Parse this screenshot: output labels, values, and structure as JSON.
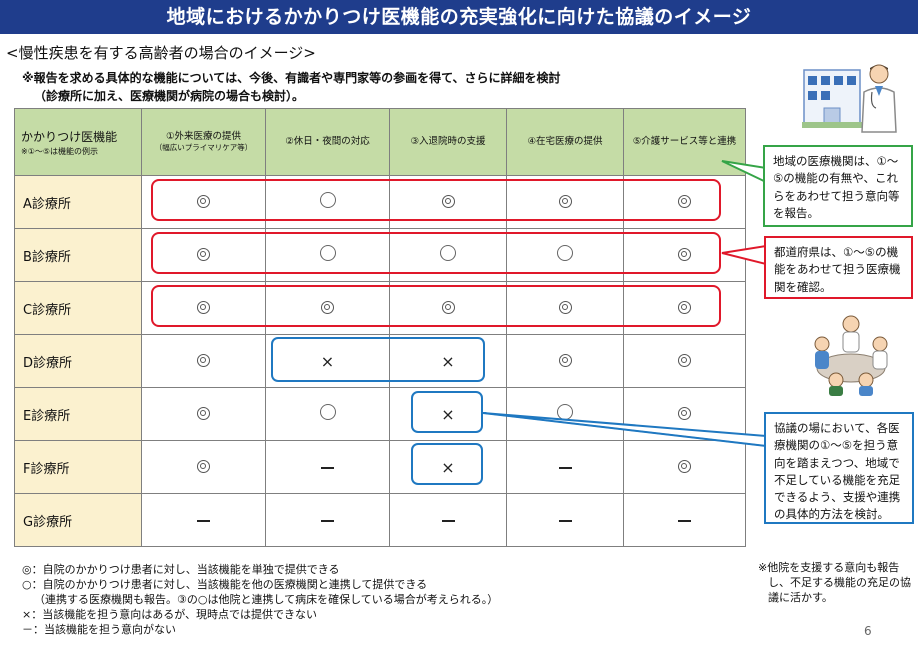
{
  "title": "地域におけるかかりつけ医機能の充実強化に向けた協議のイメージ",
  "subtitle": "<慢性疾患を有する高齢者の場合のイメージ>",
  "note_line1": "※報告を求める具体的な機能については、今後、有識者や専門家等の参画を得て、さらに詳細を検討",
  "note_line2": "（診療所に加え、医療機関が病院の場合も検討）。",
  "table": {
    "header_first_line1": "かかりつけ医機能",
    "header_first_line2": "※①～⑤は機能の例示",
    "columns": [
      {
        "label": "①外来医療の提供",
        "sub": "（幅広いプライマリケア等）"
      },
      {
        "label": "②休日・夜間の対応",
        "sub": ""
      },
      {
        "label": "③入退院時の支援",
        "sub": ""
      },
      {
        "label": "④在宅医療の提供",
        "sub": ""
      },
      {
        "label": "⑤介護サービス等と連携",
        "sub": ""
      }
    ],
    "rows": [
      {
        "name": "A診療所",
        "cells": [
          "◎",
          "○",
          "◎",
          "◎",
          "◎"
        ]
      },
      {
        "name": "B診療所",
        "cells": [
          "◎",
          "○",
          "○",
          "○",
          "◎"
        ]
      },
      {
        "name": "C診療所",
        "cells": [
          "◎",
          "◎",
          "◎",
          "◎",
          "◎"
        ]
      },
      {
        "name": "D診療所",
        "cells": [
          "◎",
          "×",
          "×",
          "◎",
          "◎"
        ]
      },
      {
        "name": "E診療所",
        "cells": [
          "◎",
          "○",
          "×",
          "○",
          "◎"
        ]
      },
      {
        "name": "F診療所",
        "cells": [
          "◎",
          "－",
          "×",
          "－",
          "◎"
        ]
      },
      {
        "name": "G診療所",
        "cells": [
          "－",
          "－",
          "－",
          "－",
          "－"
        ]
      }
    ]
  },
  "callouts": {
    "green": "地域の医療機関は、①～⑤の機能の有無や、これらをあわせて担う意向等を報告。",
    "red": "都道府県は、①～⑤の機能をあわせて担う医療機関を確認。",
    "blue": "協議の場において、各医療機関の①～⑤を担う意向を踏まえつつ、地域で不足している機能を充足できるよう、支援や連携の具体的方法を検討。"
  },
  "legend": [
    "◎：自院のかかりつけ患者に対し、当該機能を単独で提供できる",
    "○：自院のかかりつけ患者に対し、当該機能を他の医療機関と連携して提供できる",
    "（連携する医療機関も報告。③の○は他院と連携して病床を確保している場合が考えられる。）",
    "×：当該機能を担う意向はあるが、現時点では提供できない",
    "－：当該機能を担う意向がない"
  ],
  "side_note": [
    "※他院を支援する意向も報告",
    "し、不足する機能の充足の協",
    "議に活かす。"
  ],
  "page_number": "6",
  "colors": {
    "title_bg": "#1f3d8c",
    "header_bg": "#c5dca6",
    "row_label_bg": "#fbf1cf",
    "highlight_red": "#e0182a",
    "highlight_blue": "#1f78c1",
    "callout_green": "#35a447"
  },
  "icons": [
    "clinic-building-icon",
    "doctor-icon",
    "meeting-group-icon"
  ]
}
